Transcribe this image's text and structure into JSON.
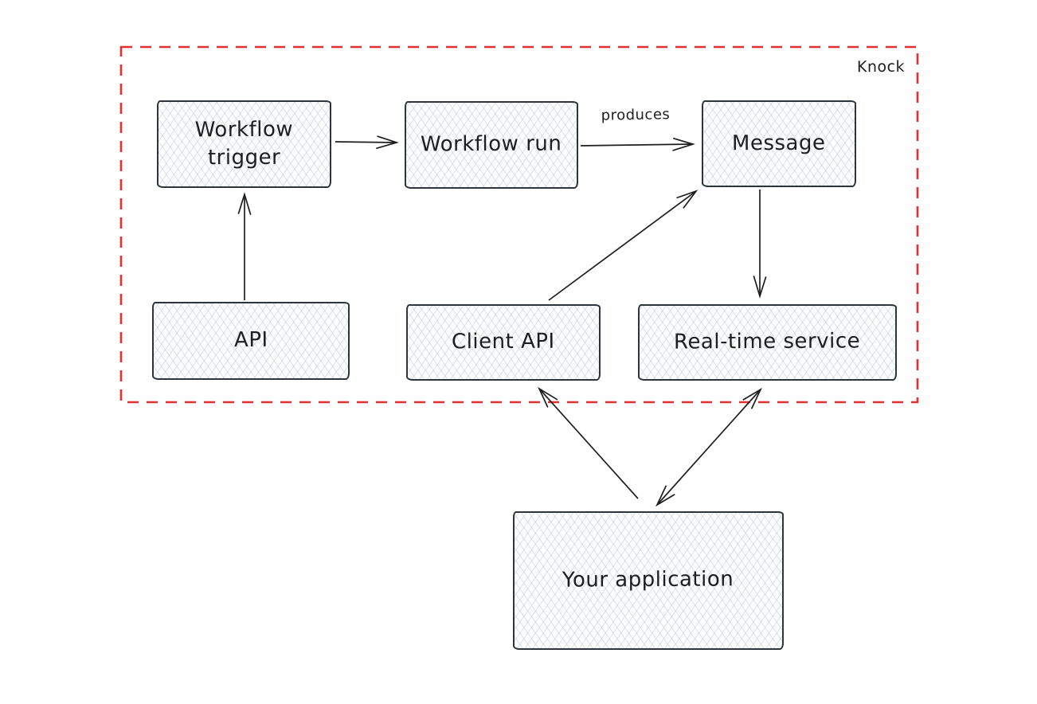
{
  "diagram": {
    "type": "flowchart",
    "style": "hand-drawn",
    "colors": {
      "boundary_stroke": "#e03131",
      "edge_stroke": "#1e1e1e",
      "node_border": "#2f343a",
      "node_fill": "#fbfcfd",
      "background": "#ffffff"
    },
    "boundary": {
      "label": "Knock"
    },
    "nodes": {
      "workflow_trigger": {
        "label": "Workflow trigger"
      },
      "workflow_run": {
        "label": "Workflow run"
      },
      "message": {
        "label": "Message"
      },
      "api": {
        "label": "API"
      },
      "client_api": {
        "label": "Client API"
      },
      "real_time_service": {
        "label": "Real-time service"
      },
      "your_application": {
        "label": "Your application"
      }
    },
    "edges": [
      {
        "from": "workflow_trigger",
        "to": "workflow_run",
        "label": "",
        "direction": "forward"
      },
      {
        "from": "workflow_run",
        "to": "message",
        "label": "produces",
        "direction": "forward"
      },
      {
        "from": "api",
        "to": "workflow_trigger",
        "label": "",
        "direction": "forward"
      },
      {
        "from": "client_api",
        "to": "message",
        "label": "",
        "direction": "forward"
      },
      {
        "from": "message",
        "to": "real_time_service",
        "label": "",
        "direction": "forward"
      },
      {
        "from": "your_application",
        "to": "client_api",
        "label": "",
        "direction": "forward"
      },
      {
        "from": "your_application",
        "to": "real_time_service",
        "label": "",
        "direction": "both"
      }
    ]
  }
}
